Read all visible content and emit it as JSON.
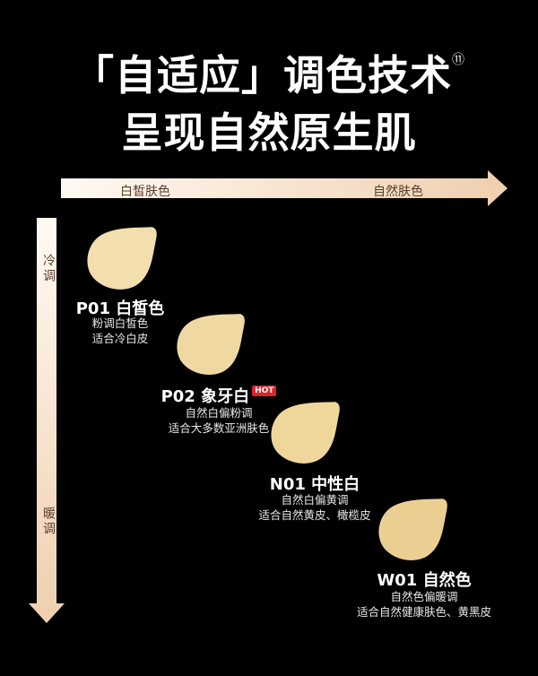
{
  "title": {
    "line1": "「自适应」调色技术",
    "footnote": "⑪",
    "line2": "呈现自然原生肌"
  },
  "axes": {
    "horizontal_start": "白皙肤色",
    "horizontal_end": "自然肤色",
    "vertical_top": "冷调",
    "vertical_bottom": "暖调"
  },
  "shades": [
    {
      "code": "P01 白皙色",
      "desc1": "粉调白皙色",
      "desc2": "适合冷白皮",
      "color": "#f3dfae",
      "badge": ""
    },
    {
      "code": "P02 象牙白",
      "desc1": "自然白偏粉调",
      "desc2": "适合大多数亚洲肤色",
      "color": "#efd8a2",
      "badge": "HOT"
    },
    {
      "code": "N01 中性白",
      "desc1": "自然白偏黄调",
      "desc2": "适合自然黄皮、橄榄皮",
      "color": "#efd79c",
      "badge": ""
    },
    {
      "code": "W01 自然色",
      "desc1": "自然色偏暖调",
      "desc2": "适合自然健康肤色、黄黑皮",
      "color": "#ebcf92",
      "badge": ""
    }
  ],
  "colors": {
    "background": "#000000",
    "arrow_light": "#fff8ef",
    "arrow_dark": "#efd2b3",
    "hot_badge": "#d9252a"
  }
}
